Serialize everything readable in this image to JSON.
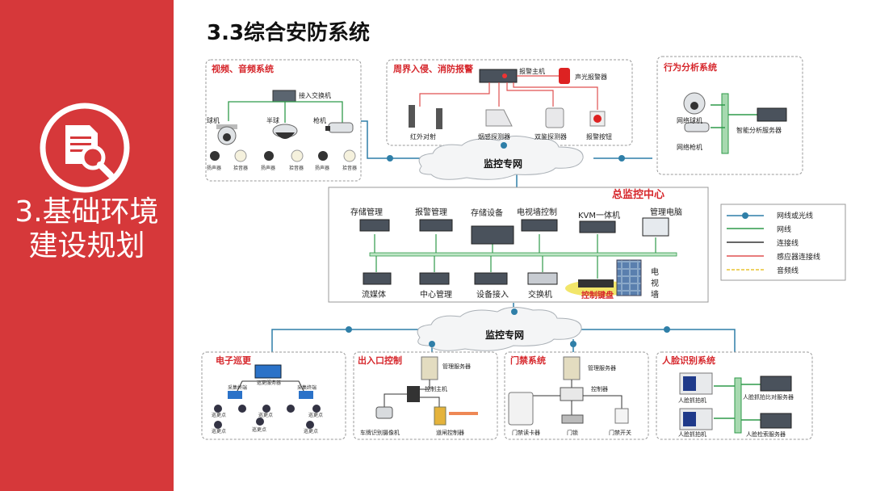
{
  "sidebar": {
    "section_line1": "3.基础环境",
    "section_line2": "建设规划",
    "icon": "document-search-icon",
    "color": "#d6383a"
  },
  "page": {
    "heading": "3.3综合安防系统"
  },
  "diagram": {
    "video_audio": {
      "title": "视频、音频系统",
      "switch": "接入交换机",
      "cameras": [
        "球机",
        "半球",
        "枪机"
      ],
      "devices": [
        "扬声器",
        "拾音器",
        "扬声器",
        "拾音器",
        "扬声器",
        "拾音器"
      ]
    },
    "perimeter": {
      "title": "周界入侵、消防报警",
      "host": "报警主机",
      "alarm": "声光报警器",
      "sensors": [
        "红外对射",
        "烟感探测器",
        "双鉴探测器",
        "报警按钮"
      ]
    },
    "behavior": {
      "title": "行为分析系统",
      "dome": "网络球机",
      "gun": "网络枪机",
      "server": "智能分析服务器"
    },
    "network_top": "监控专网",
    "center": {
      "title": "总监控中心",
      "top_devices": [
        "存储管理",
        "报警管理",
        "存储设备",
        "电视墙控制",
        "KVM一体机",
        "管理电脑"
      ],
      "bottom_devices": [
        "流媒体",
        "中心管理",
        "设备接入",
        "交换机"
      ],
      "keyboard": "控制键盘",
      "tvwall": [
        "电",
        "视",
        "墙"
      ]
    },
    "legend": [
      "网线或光线",
      "网线",
      "连接线",
      "感应器连接线",
      "音频线"
    ],
    "network_bottom": "监控专网",
    "patrol": {
      "title": "电子巡更",
      "server": "巡更服务器",
      "terminal": "采集终端",
      "point": "巡更点"
    },
    "entrance": {
      "title": "出入口控制",
      "server": "管理服务器",
      "host": "控制主机",
      "camera": "车牌识别摄像机",
      "gate": "道闸控制器"
    },
    "access": {
      "title": "门禁系统",
      "server": "管理服务器",
      "controller": "控制器",
      "reader": "门禁读卡器",
      "lock": "门锁",
      "switch": "门禁开关"
    },
    "face": {
      "title": "人脸识别系统",
      "cam1": "人脸抓拍机",
      "cam2": "人脸抓拍机",
      "server1": "人脸抓拍比对服务器",
      "server2": "人脸检索服务器"
    }
  },
  "colors": {
    "title_red": "#d6262b",
    "net_blue": "#2f7fa8",
    "lan_green": "#2f9a4a",
    "sensor_red": "#e05050",
    "audio_yellow": "#e8c431"
  }
}
